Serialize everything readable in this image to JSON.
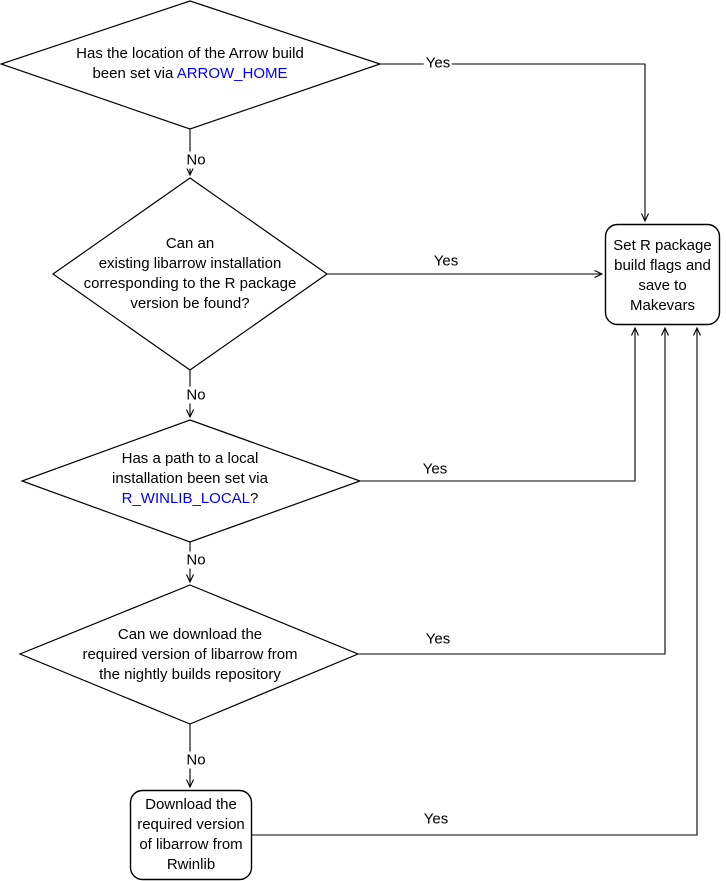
{
  "diagram": {
    "type": "flowchart",
    "colors": {
      "line": "#000000",
      "text": "#000000",
      "link_text": "#0000ff",
      "node_fill": "#ffffff",
      "background": "#ffffff"
    },
    "nodes": {
      "arrow_home": {
        "shape": "decision-diamond",
        "line1": "Has the location of the Arrow build",
        "line2_prefix": "been set via ",
        "line2_link": "ARROW_HOME"
      },
      "existing_libarrow": {
        "shape": "decision-diamond",
        "line1": "Can an",
        "line2": "existing libarrow installation",
        "line3": "corresponding to the R package",
        "line4": "version be found?"
      },
      "winlib_local": {
        "shape": "decision-diamond",
        "line1": "Has a path to a local",
        "line2": "installation been set via",
        "line3_link": "R_WINLIB_LOCAL",
        "line3_suffix": "?"
      },
      "nightly_download": {
        "shape": "decision-diamond",
        "line1": "Can we download the",
        "line2": "required version of libarrow from",
        "line3": "the nightly builds repository"
      },
      "download_rwinlib": {
        "shape": "process-rounded-box",
        "line1": "Download the",
        "line2": "required version",
        "line3": "of libarrow from",
        "line4": "Rwinlib"
      },
      "set_makevars": {
        "shape": "process-rounded-box",
        "line1": "Set R package",
        "line2": "build flags and",
        "line3": "save to",
        "line4": "Makevars"
      }
    },
    "edge_labels": {
      "yes1": "Yes",
      "yes2": "Yes",
      "yes3": "Yes",
      "yes4": "Yes",
      "yes5": "Yes",
      "no1": "No",
      "no2": "No",
      "no3": "No",
      "no4": "No"
    }
  }
}
